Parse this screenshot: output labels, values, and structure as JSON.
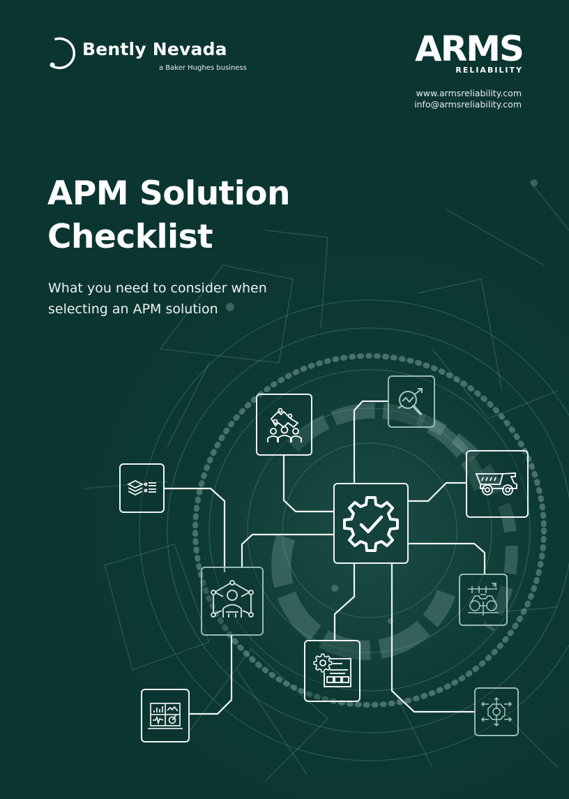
{
  "header": {
    "partner_logo": {
      "name": "Bently Nevada",
      "tagline": "a Baker Hughes business"
    },
    "brand_logo": {
      "name": "ARMS",
      "tagline": "RELIABILITY"
    },
    "contact": {
      "website": "www.armsreliability.com",
      "email": "info@armsreliability.com"
    }
  },
  "cover": {
    "title_line1": "APM Solution",
    "title_line2": "Checklist",
    "subtitle_line1": "What you need to consider when",
    "subtitle_line2": "selecting an APM solution"
  },
  "diagram": {
    "center_icon": "gear-check-icon",
    "nodes": [
      {
        "id": "collaboration",
        "icon": "team-puzzle-icon"
      },
      {
        "id": "analytics",
        "icon": "magnifier-trend-icon"
      },
      {
        "id": "data-layers",
        "icon": "layers-list-icon"
      },
      {
        "id": "mining-truck",
        "icon": "dump-truck-icon"
      },
      {
        "id": "people-network",
        "icon": "person-network-icon"
      },
      {
        "id": "vehicle-design",
        "icon": "vehicle-blueprint-icon"
      },
      {
        "id": "configuration",
        "icon": "settings-window-icon"
      },
      {
        "id": "dashboard",
        "icon": "dashboard-monitor-icon"
      },
      {
        "id": "distribution",
        "icon": "gear-arrows-icon"
      }
    ]
  },
  "colors": {
    "background": "#0b3530",
    "foreground": "#ffffff",
    "muted_line": "#9cbab4"
  }
}
